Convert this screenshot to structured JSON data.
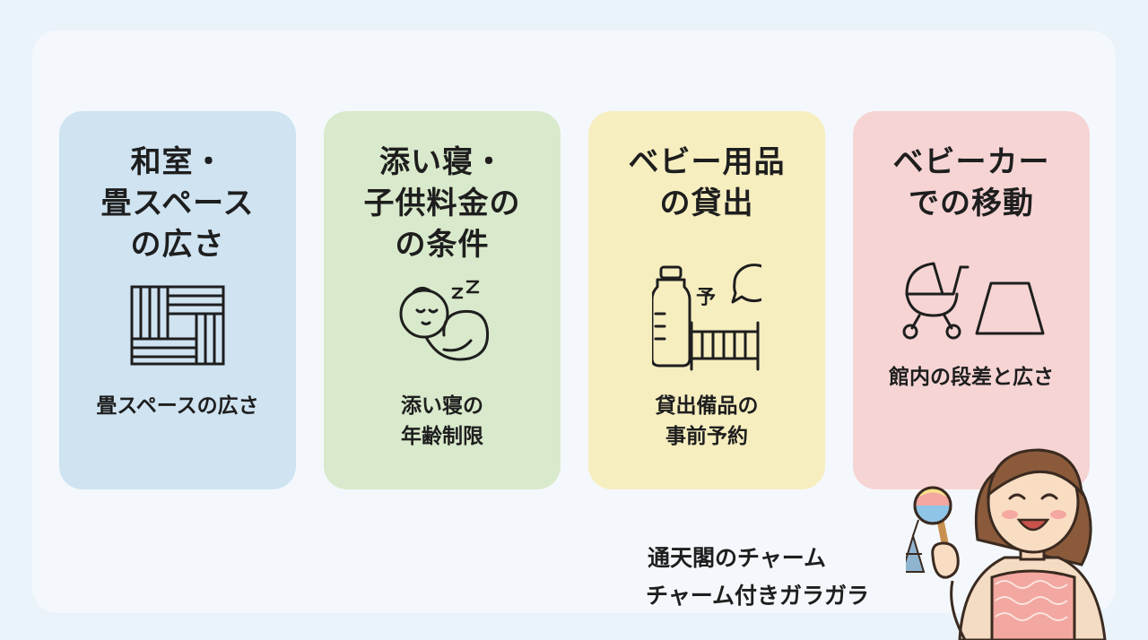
{
  "cards": [
    {
      "title": "和室・\n畳スペース\nの広さ",
      "caption": "畳スペースの広さ",
      "color": "#cfe3f1",
      "icon": "tatami-icon"
    },
    {
      "title": "添い寝・\n子供料金の\nの条件",
      "caption": "添い寝の\n年齢制限",
      "color": "#d9e9cb",
      "icon": "sleeping-baby-icon"
    },
    {
      "title": "ベビー用品\nの貸出",
      "caption": "貸出備品の\n事前予約",
      "color": "#f7eec0",
      "icon": "bottle-crib-icon",
      "badge": "予"
    },
    {
      "title": "ベビーカー\nでの移動",
      "caption": "館内の段差と広さ",
      "color": "#f6d4d4",
      "icon": "stroller-slope-icon"
    }
  ],
  "charm": {
    "line1": "通天閣のチャーム",
    "line2": "チャーム付きガラガラ"
  }
}
